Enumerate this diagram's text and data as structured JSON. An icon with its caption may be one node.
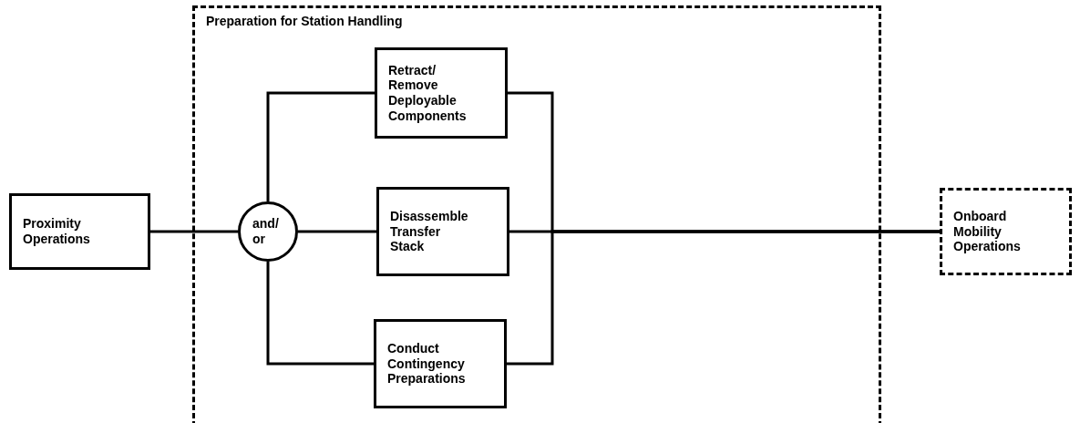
{
  "diagram": {
    "nodes": [
      {
        "text": [
          "Preparation for Station Handling"
        ]
      },
      {
        "text": [
          "Proximity Operations"
        ]
      },
      {
        "text": [
          "and/ or"
        ],
        "in": 0
      },
      {
        "text": [
          "Retract/ Remove Deployable Components"
        ],
        "in": 0
      },
      {
        "text": [
          "Disassemble Transfer Stack"
        ],
        "in": 0
      },
      {
        "text": [
          "Conduct Contingency Preparations"
        ],
        "in": 0
      },
      {
        "text": [
          "Onboard Mobility Operations"
        ]
      }
    ],
    "edges": [
      {
        "from": 1,
        "to": 2,
        "arrow": "none"
      },
      {
        "from": 2,
        "to": 3,
        "arrow": "none"
      },
      {
        "from": 2,
        "to": 4,
        "arrow": "none"
      },
      {
        "from": 2,
        "to": 5,
        "arrow": "none"
      },
      {
        "from": 3,
        "to": 6,
        "arrow": "none"
      },
      {
        "from": 4,
        "to": 6,
        "arrow": "none"
      },
      {
        "from": 5,
        "to": 6,
        "arrow": "none"
      }
    ]
  }
}
